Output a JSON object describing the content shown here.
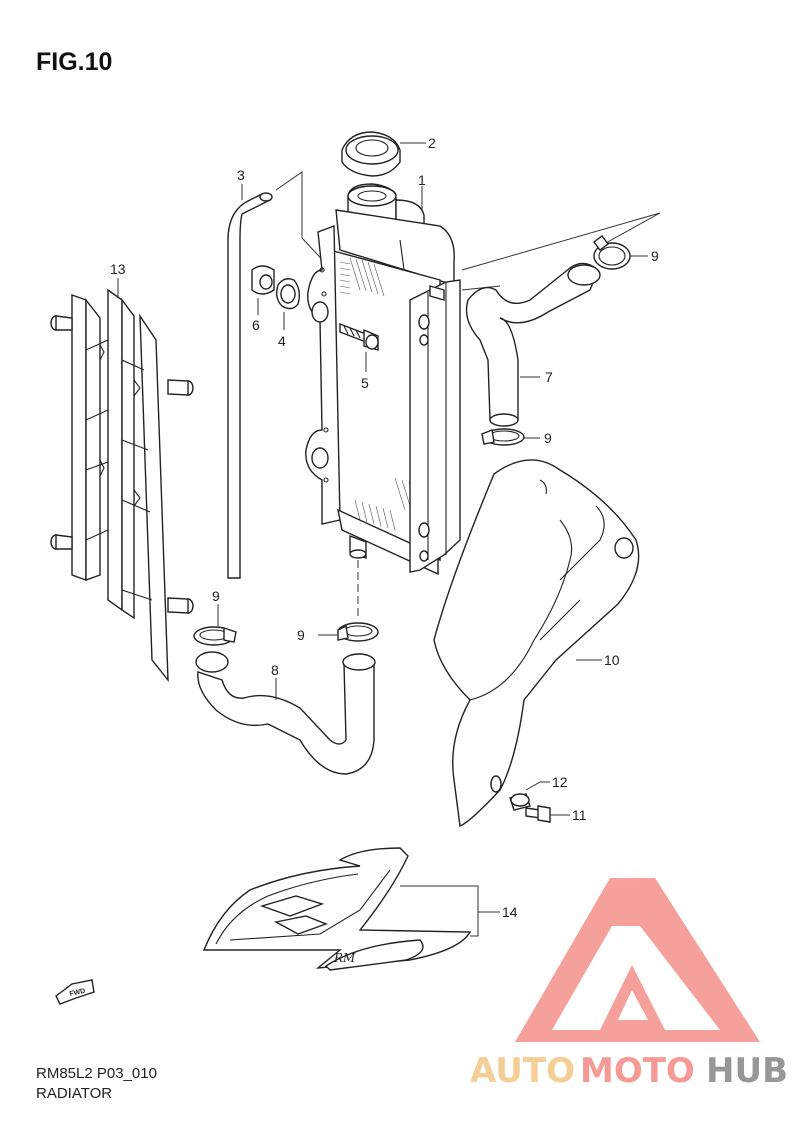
{
  "figure": {
    "title": "FIG.10",
    "code": "RM85L2 P03_010",
    "name": "RADIATOR",
    "fwd_label": "FWD"
  },
  "callouts": [
    {
      "id": "radiator",
      "label": "1"
    },
    {
      "id": "cap",
      "label": "2"
    },
    {
      "id": "overflow-hose",
      "label": "3"
    },
    {
      "id": "cushion",
      "label": "4"
    },
    {
      "id": "bolt",
      "label": "5"
    },
    {
      "id": "grommet",
      "label": "6"
    },
    {
      "id": "upper-hose",
      "label": "7"
    },
    {
      "id": "lower-hose",
      "label": "8"
    },
    {
      "id": "clamp-upper-top",
      "label": "9"
    },
    {
      "id": "clamp-upper-bottom",
      "label": "9"
    },
    {
      "id": "clamp-lower-left",
      "label": "9"
    },
    {
      "id": "clamp-lower-right",
      "label": "9"
    },
    {
      "id": "shroud",
      "label": "10"
    },
    {
      "id": "shroud-bolt",
      "label": "11"
    },
    {
      "id": "shroud-washer",
      "label": "12"
    },
    {
      "id": "louver",
      "label": "13"
    },
    {
      "id": "emblem",
      "label": "14"
    }
  ],
  "watermark": {
    "part1": "AUTO",
    "part2": "MOTO",
    "part3": "HUB",
    "color_logo": "#f5908a",
    "color_auto": "#f3c98a",
    "color_moto": "#f5908a",
    "color_hub": "#8c8c8c"
  }
}
